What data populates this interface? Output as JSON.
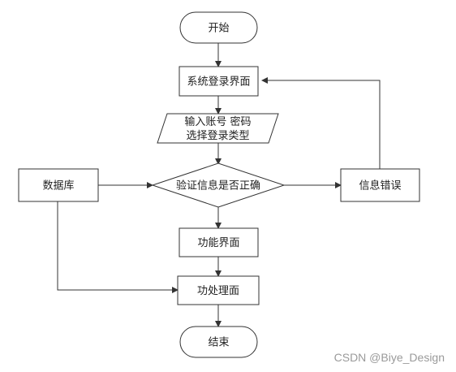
{
  "flowchart": {
    "start": "开始",
    "login_screen": "系统登录界面",
    "input_line1": "输入账号 密码",
    "input_line2": "选择登录类型",
    "decision": "验证信息是否正确",
    "database": "数据库",
    "error": "信息错误",
    "function_screen": "功能界面",
    "processing": "功处理面",
    "end": "结束"
  },
  "watermark": "CSDN @Biye_Design"
}
